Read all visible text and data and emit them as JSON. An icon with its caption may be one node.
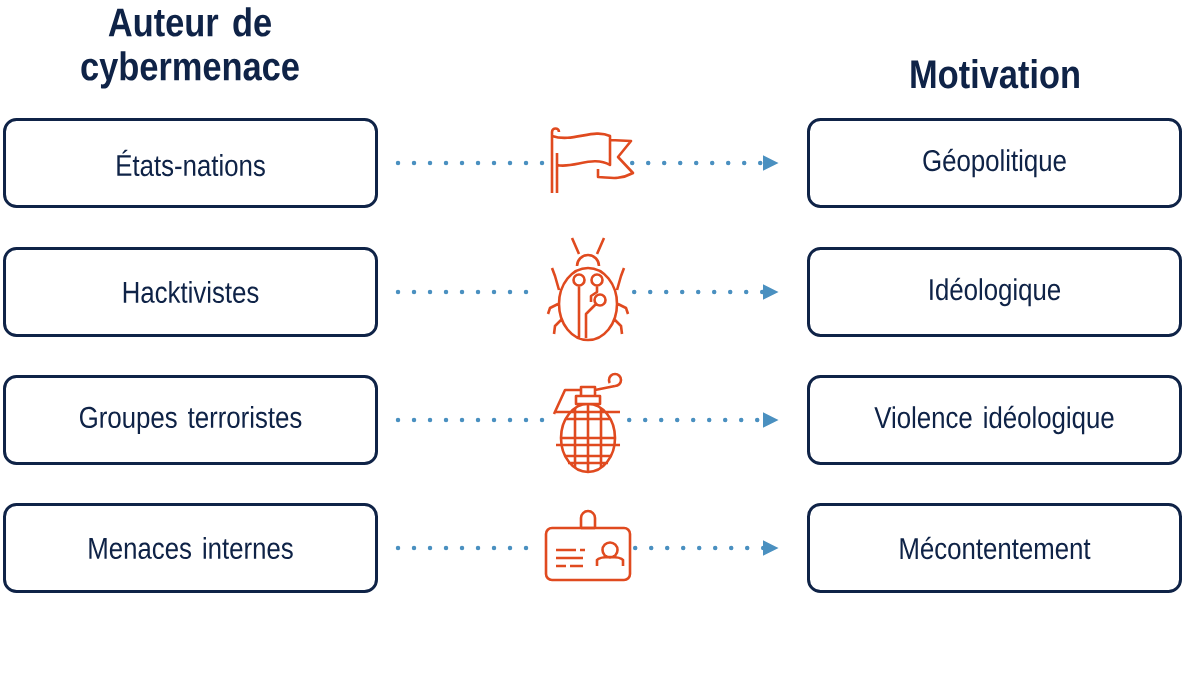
{
  "diagram": {
    "nodes": [
      {
        "text": [
          "États-nations"
        ]
      },
      {
        "text": [],
        "shape": "flag"
      },
      {
        "text": [
          "Géopolitique"
        ]
      },
      {
        "text": [
          "Hacktivistes"
        ]
      },
      {
        "text": [],
        "shape": "bug"
      },
      {
        "text": [
          "Idéologique"
        ]
      },
      {
        "text": [
          "Groupes terroristes"
        ]
      },
      {
        "text": [],
        "shape": "grenade"
      },
      {
        "text": [
          "Violence idéologique"
        ]
      },
      {
        "text": [
          "Menaces internes"
        ]
      },
      {
        "text": [],
        "shape": "badge"
      },
      {
        "text": [
          "Mécontentement"
        ]
      }
    ],
    "edges": [
      {
        "from": 0,
        "to": 1,
        "arrow": "none"
      },
      {
        "from": 1,
        "to": 2,
        "arrow": "to"
      },
      {
        "from": 3,
        "to": 4,
        "arrow": "none"
      },
      {
        "from": 4,
        "to": 5,
        "arrow": "to"
      },
      {
        "from": 6,
        "to": 7,
        "arrow": "none"
      },
      {
        "from": 7,
        "to": 8,
        "arrow": "to"
      },
      {
        "from": 9,
        "to": 10,
        "arrow": "none"
      },
      {
        "from": 10,
        "to": 11,
        "arrow": "to"
      }
    ],
    "labels": [
      "Auteur de cybermenace",
      "Motivation"
    ]
  }
}
